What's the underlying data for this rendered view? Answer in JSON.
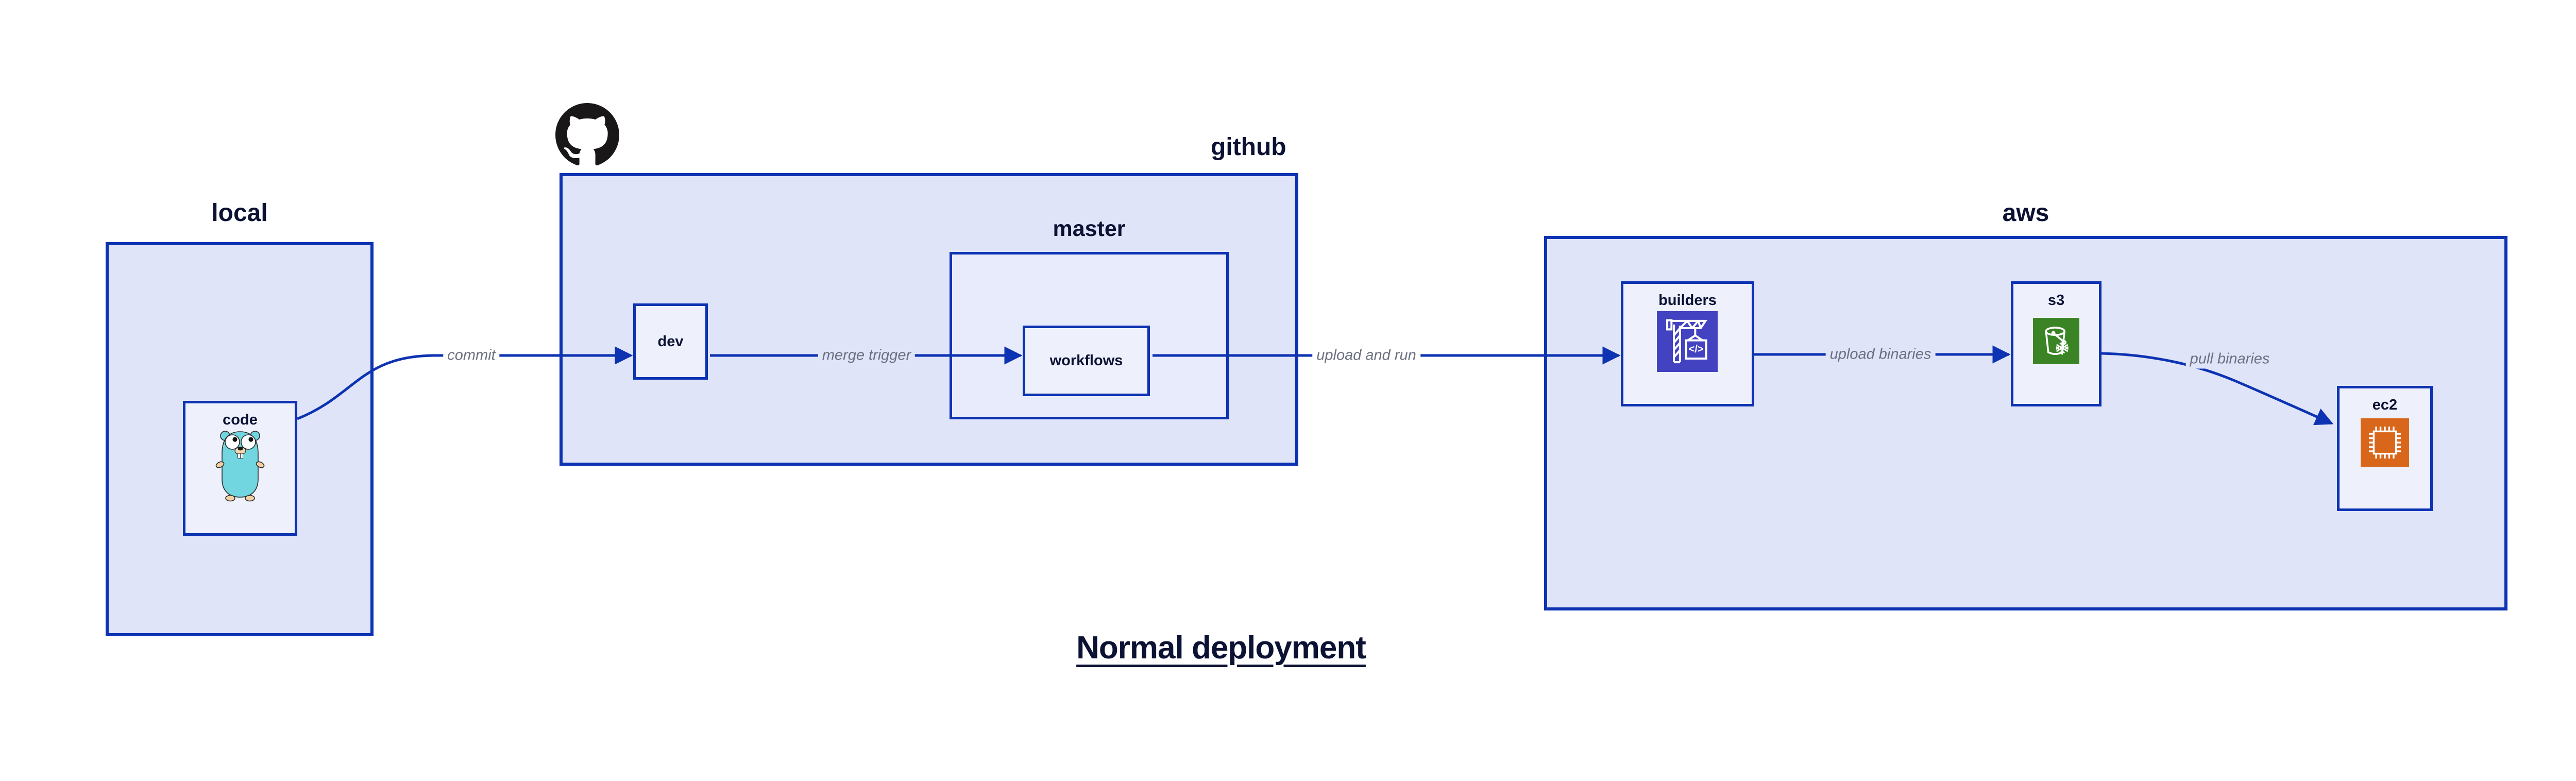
{
  "title": {
    "text": "Normal deployment"
  },
  "groups": {
    "local": {
      "label": "local"
    },
    "github": {
      "label": "github"
    },
    "master": {
      "label": "master"
    },
    "aws": {
      "label": "aws"
    }
  },
  "nodes": {
    "code": {
      "label": "code",
      "icon": "go-gopher-icon"
    },
    "dev": {
      "label": "dev"
    },
    "workflows": {
      "label": "workflows"
    },
    "builders": {
      "label": "builders",
      "icon": "aws-codebuild-crane-icon"
    },
    "s3": {
      "label": "s3",
      "icon": "aws-s3-bucket-snowflake-icon"
    },
    "ec2": {
      "label": "ec2",
      "icon": "aws-ec2-chip-icon"
    }
  },
  "edges": [
    {
      "from": "code",
      "to": "dev",
      "label": "commit"
    },
    {
      "from": "dev",
      "to": "workflows",
      "label": "merge trigger"
    },
    {
      "from": "workflows",
      "to": "builders",
      "label": "upload and run"
    },
    {
      "from": "builders",
      "to": "s3",
      "label": "upload binaries"
    },
    {
      "from": "s3",
      "to": "ec2",
      "label": "pull binaries"
    }
  ],
  "header_icon": "github-octocat-icon",
  "colors": {
    "edge-blue": "#0d32b2",
    "group-fill": "#dfe4f9",
    "master-fill": "#e7ebfb",
    "node-fill": "#eef1fc",
    "text-navy": "#0c1233",
    "edge-label-gray": "#6b7080",
    "octocat-black": "#191717",
    "gopher-teal": "#72d6e0",
    "codebuild-indigo": "#4342c0",
    "s3-green": "#3a8426",
    "ec2-orange": "#d9671b",
    "background": "#ffffff"
  }
}
